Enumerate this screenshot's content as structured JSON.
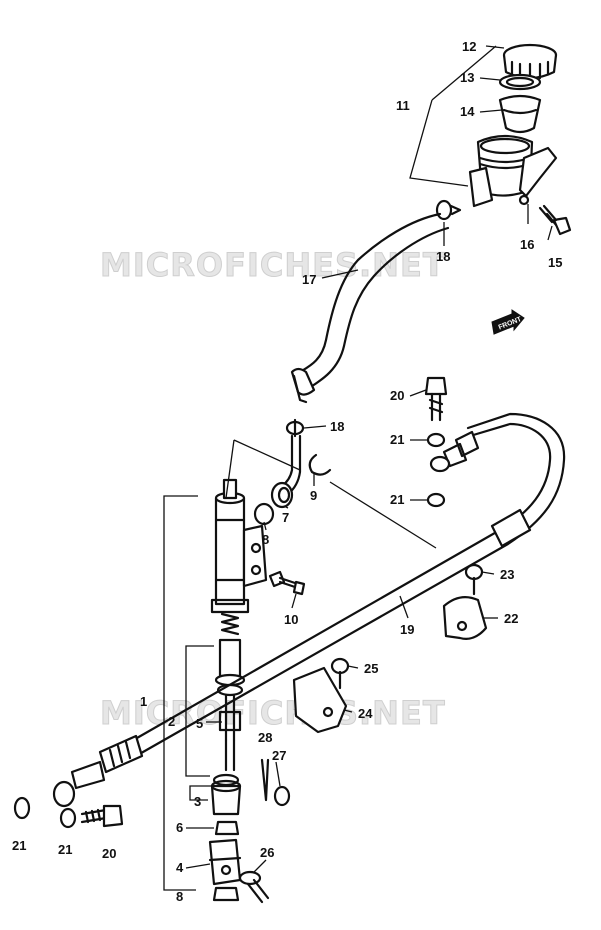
{
  "watermark": {
    "text": "MICROFICHES.NET",
    "color": "#e6e6e6"
  },
  "front_arrow": {
    "text": "FRONT"
  },
  "callouts": [
    {
      "id": "c12",
      "number": "12"
    },
    {
      "id": "c13",
      "number": "13"
    },
    {
      "id": "c14",
      "number": "14"
    },
    {
      "id": "c11",
      "number": "11"
    },
    {
      "id": "c16",
      "number": "16"
    },
    {
      "id": "c15",
      "number": "15"
    },
    {
      "id": "c18a",
      "number": "18"
    },
    {
      "id": "c17",
      "number": "17"
    },
    {
      "id": "c20a",
      "number": "20"
    },
    {
      "id": "c18b",
      "number": "18"
    },
    {
      "id": "c21a",
      "number": "21"
    },
    {
      "id": "c9",
      "number": "9"
    },
    {
      "id": "c21b",
      "number": "21"
    },
    {
      "id": "c8",
      "number": "8"
    },
    {
      "id": "c7",
      "number": "7"
    },
    {
      "id": "c23",
      "number": "23"
    },
    {
      "id": "c10",
      "number": "10"
    },
    {
      "id": "c22",
      "number": "22"
    },
    {
      "id": "c19",
      "number": "19"
    },
    {
      "id": "c25",
      "number": "25"
    },
    {
      "id": "c1",
      "number": "1"
    },
    {
      "id": "c24",
      "number": "24"
    },
    {
      "id": "c2",
      "number": "2"
    },
    {
      "id": "c5",
      "number": "5"
    },
    {
      "id": "c28",
      "number": "28"
    },
    {
      "id": "c27",
      "number": "27"
    },
    {
      "id": "c3",
      "number": "3"
    },
    {
      "id": "c6",
      "number": "6"
    },
    {
      "id": "c21c",
      "number": "21"
    },
    {
      "id": "c21d",
      "number": "21"
    },
    {
      "id": "c20b",
      "number": "20"
    },
    {
      "id": "c4",
      "number": "4"
    },
    {
      "id": "c26",
      "number": "26"
    },
    {
      "id": "c8b",
      "number": "8"
    }
  ]
}
